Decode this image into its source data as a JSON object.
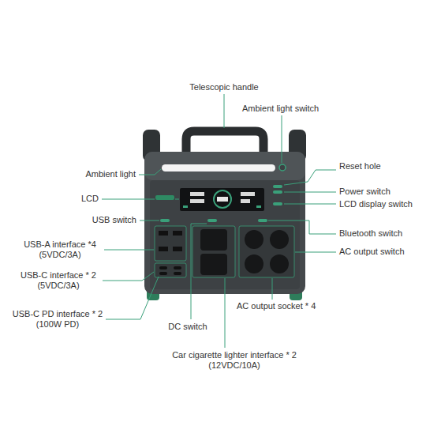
{
  "diagram": {
    "labels": [
      "Telescopic handle",
      "Ambient light switch",
      "Reset hole",
      "Ambient light",
      "Power switch",
      "LCD",
      "LCD display switch",
      "USB switch",
      "Bluetooth switch",
      "AC output switch",
      "USB-A interface *4 (5VDC/3A)",
      "USB-C interface * 2 (5VDC/3A)",
      "USB-C PD interface * 2 (100W PD)",
      "DC switch",
      "AC output socket * 4",
      "Car cigarette lighter interface * 2 (12VDC/10A)"
    ]
  }
}
